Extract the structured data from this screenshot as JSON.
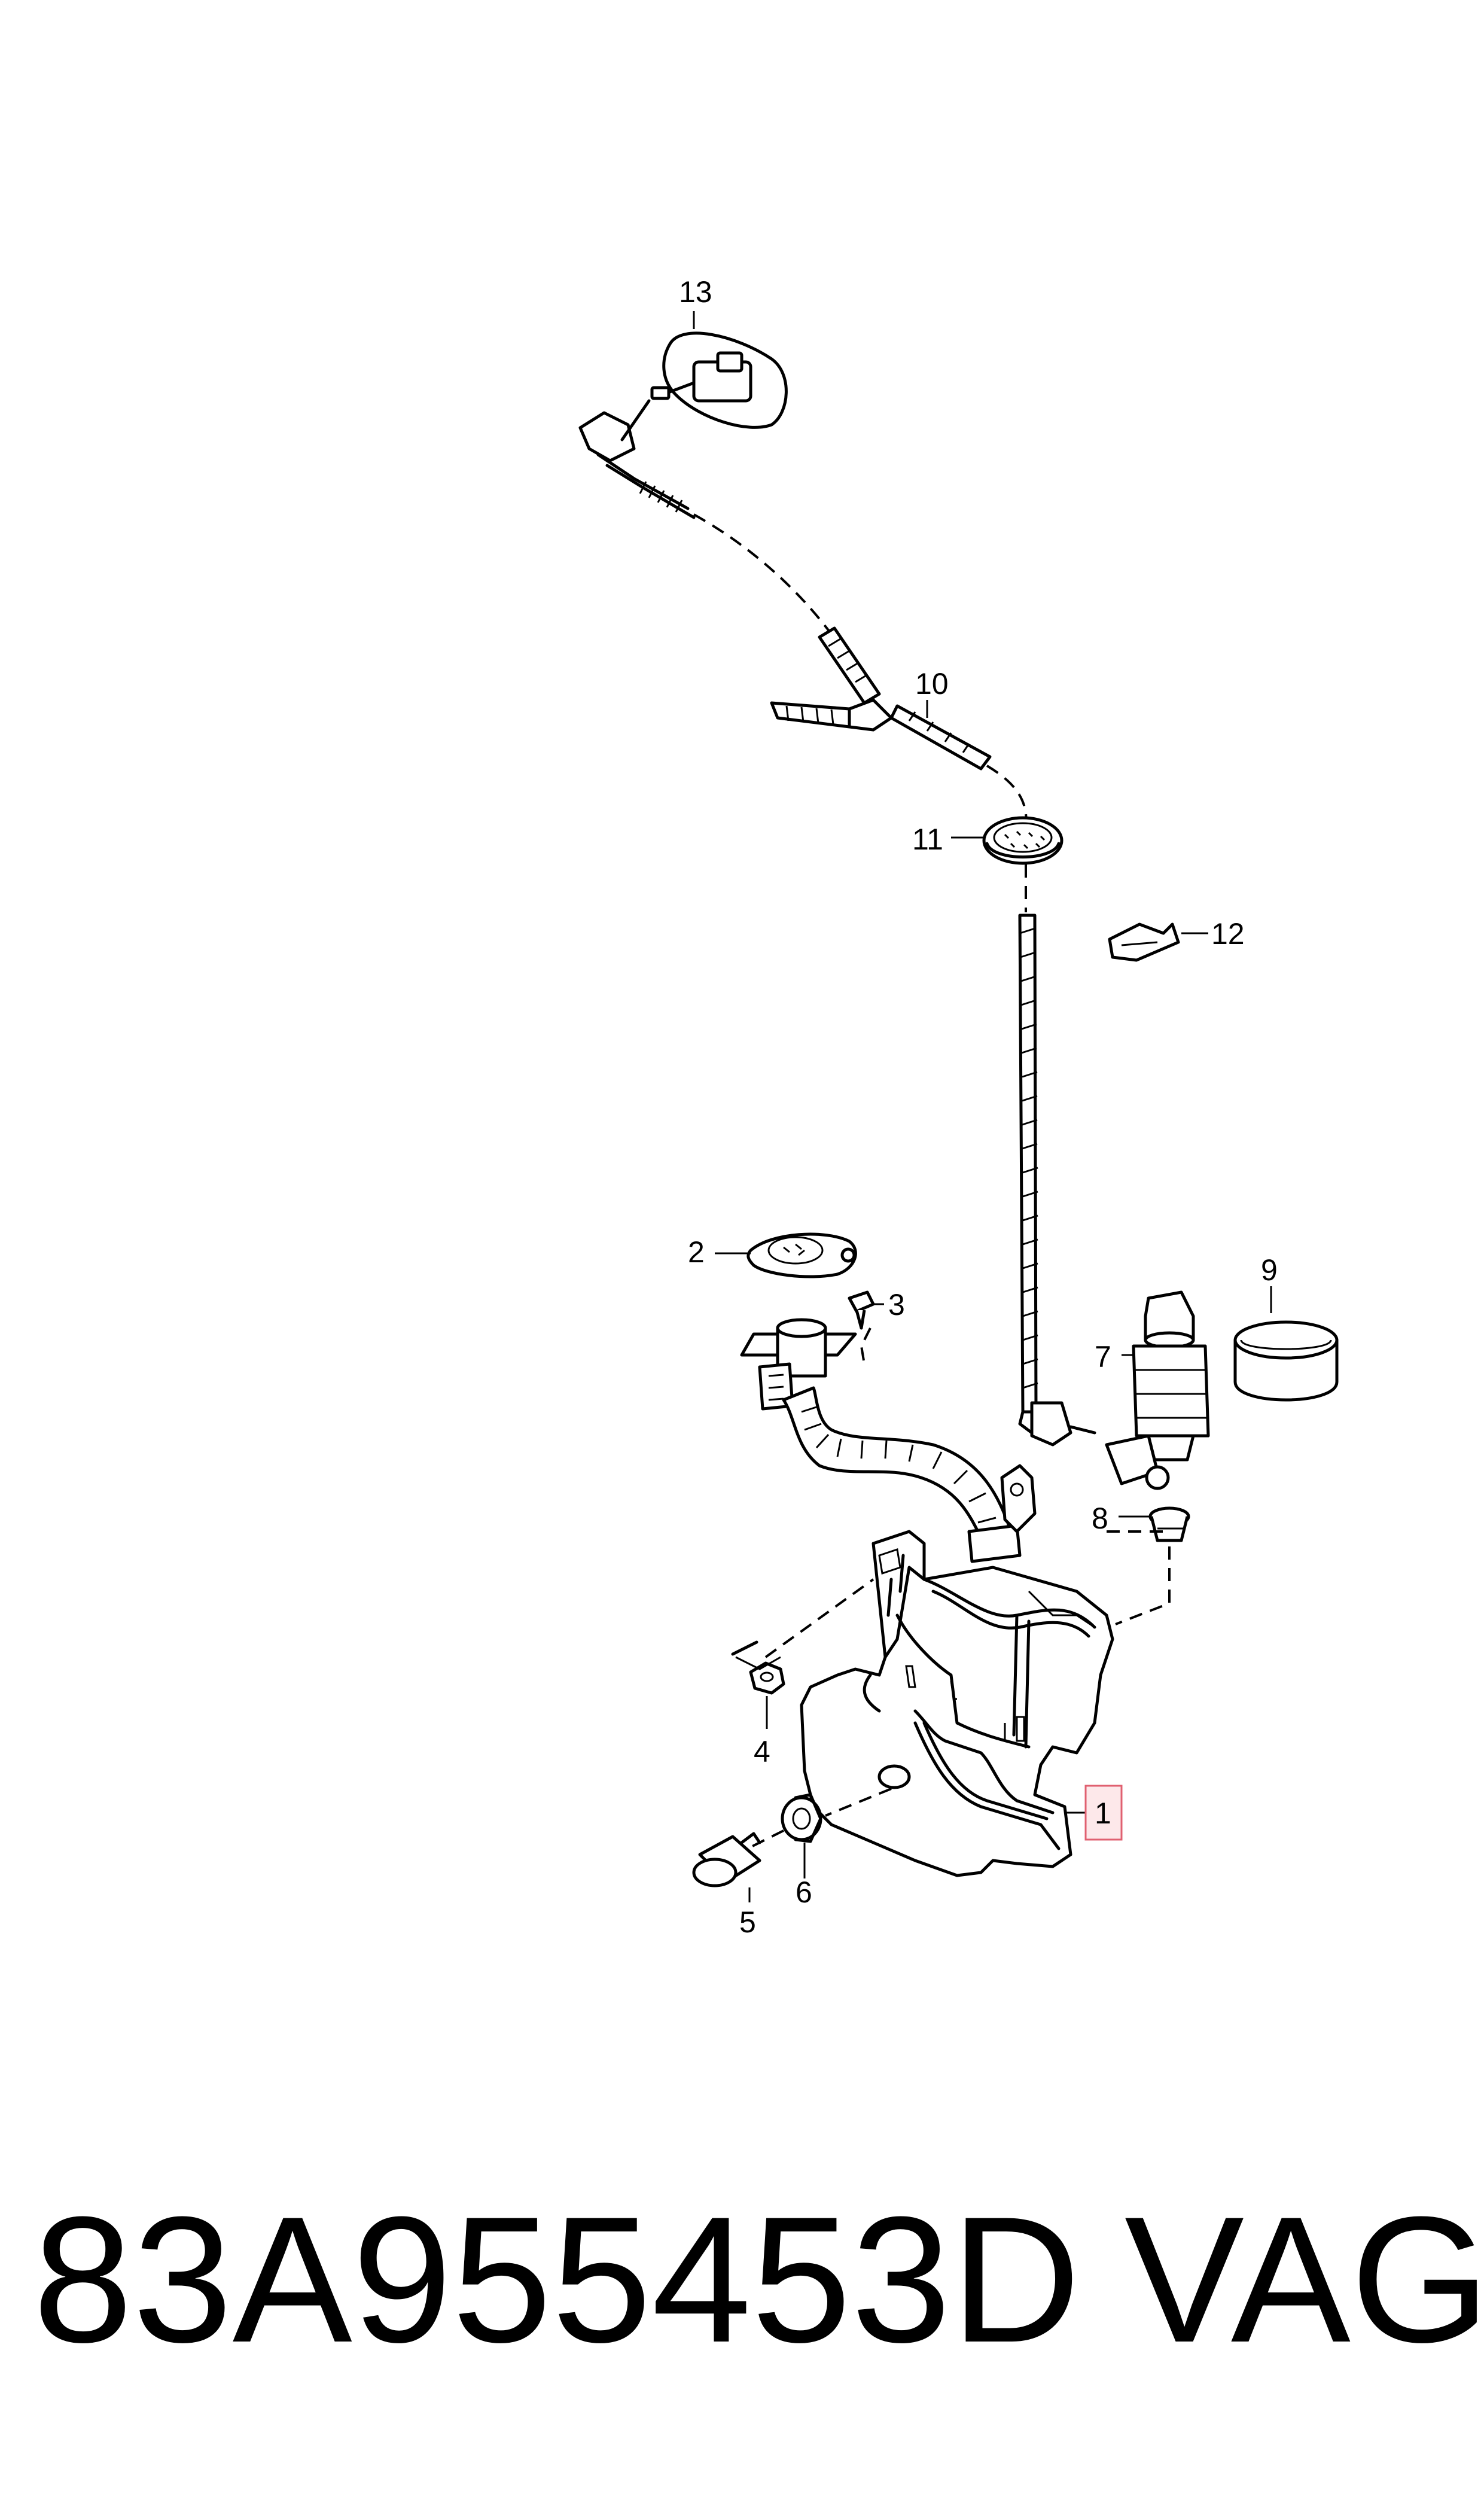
{
  "callouts": {
    "c1": "1",
    "c2": "2",
    "c3": "3",
    "c4": "4",
    "c5": "5",
    "c6": "6",
    "c7": "7",
    "c8": "8",
    "c9": "9",
    "c10": "10",
    "c11": "11",
    "c12": "12",
    "c13": "13"
  },
  "highlight_color": "#e06070",
  "part_number": "83A955453D",
  "brand": "VAG"
}
